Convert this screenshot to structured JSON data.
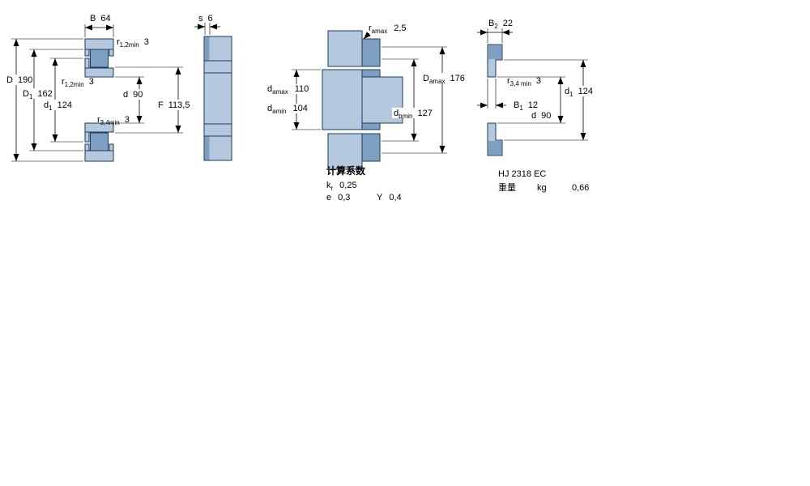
{
  "colors": {
    "fill-light": "#b5c9de",
    "fill-dark": "#7e9fc2",
    "outline": "#1b3a5e",
    "dim-line": "#000000"
  },
  "section_view": {
    "dims": {
      "B": {
        "main": "B",
        "value": "64"
      },
      "r12_top": {
        "main": "r",
        "sub": "1,2min",
        "value": "3"
      },
      "D": {
        "main": "D",
        "value": "190"
      },
      "D1": {
        "main": "D",
        "sub": "1",
        "value": "162"
      },
      "d1": {
        "main": "d",
        "sub": "1",
        "value": "124"
      },
      "r12_left": {
        "main": "r",
        "sub": "1,2min",
        "value": "3"
      },
      "r34": {
        "main": "r",
        "sub": "3,4min",
        "value": "3"
      },
      "d": {
        "main": "d",
        "value": "90"
      },
      "F": {
        "main": "F",
        "value": "113,5"
      }
    }
  },
  "side_view": {
    "dims": {
      "s": {
        "main": "s",
        "value": "6"
      }
    }
  },
  "mounting_view": {
    "dims": {
      "r_a": {
        "main": "r",
        "sub": "amax",
        "value": "2,5"
      },
      "d_amax": {
        "main": "d",
        "sub": "amax",
        "value": "110"
      },
      "d_amin": {
        "main": "d",
        "sub": "amin",
        "value": "104"
      },
      "D_amax": {
        "main": "D",
        "sub": "amax",
        "value": "176"
      },
      "d_bmin": {
        "main": "d",
        "sub": "bmin",
        "value": "127"
      }
    },
    "calculation_factors": {
      "title": "计算系数",
      "k_r": {
        "main": "k",
        "sub": "r",
        "value": "0,25"
      },
      "e": {
        "main": "e",
        "value": "0,3"
      },
      "Y": {
        "main": "Y",
        "value": "0,4"
      }
    }
  },
  "ring_view": {
    "dims": {
      "B2": {
        "main": "B",
        "sub": "2",
        "value": "22"
      },
      "r34": {
        "main": "r",
        "sub": "3,4 min",
        "value": "3"
      },
      "d1": {
        "main": "d",
        "sub": "1",
        "value": "124"
      },
      "B1": {
        "main": "B",
        "sub": "1",
        "value": "12"
      },
      "d": {
        "main": "d",
        "value": "90"
      }
    },
    "info": {
      "designation": "HJ 2318 EC",
      "weight_label": "重量",
      "weight_unit": "kg",
      "weight_value": "0,66"
    }
  }
}
